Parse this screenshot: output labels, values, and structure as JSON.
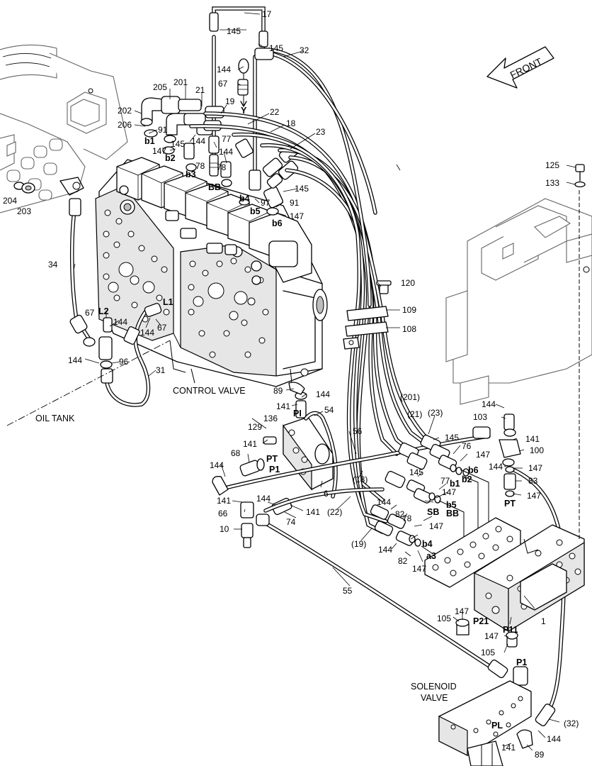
{
  "captions": {
    "control_valve": "CONTROL VALVE",
    "oil_tank": "OIL TANK",
    "solenoid_line1": "SOLENOID",
    "solenoid_line2": "VALVE",
    "front": "FRONT"
  },
  "part_numbers": {
    "p17": "17",
    "p145a": "145",
    "p145b": "145",
    "p32": "32",
    "p144a": "144",
    "p67a": "67",
    "p205": "205",
    "p201": "201",
    "p21": "21",
    "p19": "19",
    "p22": "22",
    "p18": "18",
    "p23": "23",
    "p202": "202",
    "p206": "206",
    "p91a": "91",
    "p147a": "147",
    "p145c": "145",
    "p144b": "144",
    "p77a": "77",
    "p144c": "144",
    "p78a": "78",
    "p78b": "78",
    "p145d": "145",
    "p97": "97",
    "p91b": "91",
    "p147b": "147",
    "p204": "204",
    "p203": "203",
    "p34": "34",
    "p120": "120",
    "p109": "109",
    "p108": "108",
    "p125": "125",
    "p133": "133",
    "p67b": "67",
    "p144d": "144",
    "p144e": "144",
    "p67c": "67",
    "p144f": "144",
    "p96": "96",
    "p31": "31",
    "p89a": "89",
    "p144g": "144",
    "p141a": "141",
    "p54": "54",
    "p201b": "(201)",
    "p21b": "(21)",
    "p23b": "(23)",
    "p144h": "144",
    "p103": "103",
    "p136": "136",
    "p129": "129",
    "p141b": "141",
    "p56": "56",
    "p145e": "145",
    "p76": "76",
    "p141c": "141",
    "p68": "68",
    "p147c": "147",
    "p100": "100",
    "p144i": "144",
    "p147d": "147",
    "p145f": "145",
    "p144j": "144",
    "p6": "6",
    "p18b": "(18)",
    "p77b": "77",
    "p147e": "147",
    "p83": "83",
    "p141d": "141",
    "p144k": "144",
    "p141e": "141",
    "p147f": "147",
    "p66": "66",
    "p22b": "(22)",
    "p144l": "144",
    "p82a": "82",
    "p78c": "78",
    "p74": "74",
    "p10": "10",
    "p147g": "147",
    "p19b": "(19)",
    "p144m": "144",
    "p82b": "82",
    "p147h": "147",
    "p55": "55",
    "p1": "1",
    "p147i": "147",
    "p105a": "105",
    "p147j": "147",
    "p105b": "105",
    "p32b": "(32)",
    "p144n": "144",
    "p141f": "141",
    "p89b": "89"
  },
  "port_labels": {
    "y": "Y",
    "b1": "b1",
    "b2": "b2",
    "b3": "b3",
    "bb": "BB",
    "b4": "b4",
    "b5": "b5",
    "b6": "b6",
    "l1": "L1",
    "l2": "L2",
    "pi": "PI",
    "pt": "PT",
    "p1": "P1",
    "b6r": "b6",
    "b2r": "b2",
    "b1r": "b1",
    "b5r": "b5",
    "sb": "SB",
    "bbr": "BB",
    "b4r": "b4",
    "a3": "a3",
    "ptr": "PT",
    "p21": "P21",
    "p11": "P11",
    "p1r": "P1",
    "pl": "PL"
  }
}
